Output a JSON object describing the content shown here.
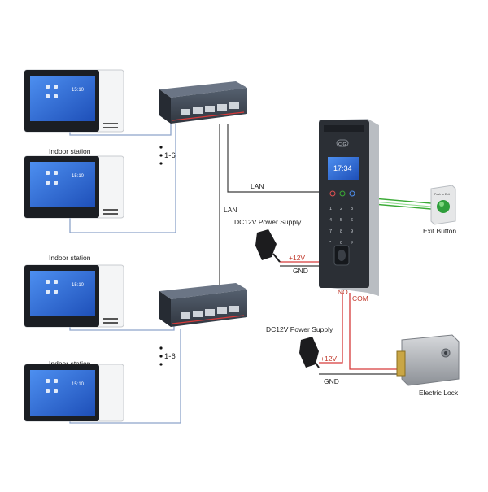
{
  "labels": {
    "indoor_station": "Indoor station",
    "range": "1-6",
    "lan": "LAN",
    "power_supply": "DC12V Power Supply",
    "plus12v": "+12V",
    "gnd": "GND",
    "no": "NO",
    "com": "COM",
    "exit_button": "Exit Button",
    "electric_lock": "Electric Lock"
  },
  "door_station": {
    "time": "17:34",
    "brand": "CIG",
    "keys": [
      "1",
      "2",
      "3",
      "4",
      "5",
      "6",
      "7",
      "8",
      "9",
      "*",
      "0",
      "#"
    ]
  },
  "indoor_screen": {
    "time": "15:10"
  },
  "exit_button": {
    "button_text": "Push to Exit"
  },
  "colors": {
    "switch_body": "#3b4250",
    "wire_lan": "#8da3c9",
    "wire_exit": "#3aaa35",
    "wire_power": "#d63a3a",
    "door_panel": "#2b2f35",
    "screen": "#2e6fd6"
  }
}
